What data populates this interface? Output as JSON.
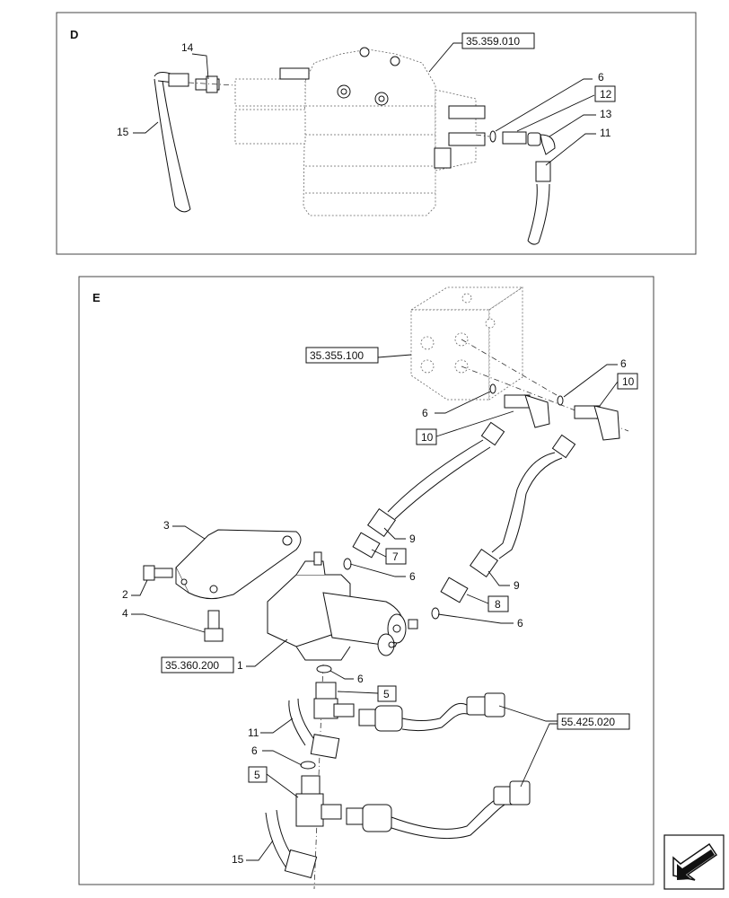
{
  "section_d": {
    "letter": "D",
    "ref_code": "35.359.010",
    "callouts": [
      "14",
      "15",
      "6",
      "12",
      "13",
      "11"
    ]
  },
  "section_e": {
    "letter": "E",
    "ref_codes": [
      "35.355.100",
      "35.360.200",
      "55.425.020"
    ],
    "callouts": {
      "c6a": "6",
      "c10a": "10",
      "c6b": "6",
      "c10b": "10",
      "c9a": "9",
      "c7": "7",
      "c6c": "6",
      "c9b": "9",
      "c8": "8",
      "c6d": "6",
      "c3": "3",
      "c2": "2",
      "c4": "4",
      "c1": "1",
      "c6e": "6",
      "c5a": "5",
      "c11": "11",
      "c6f": "6",
      "c5b": "5",
      "c15": "15"
    }
  },
  "nav": {
    "icon": "arrow-icon"
  }
}
